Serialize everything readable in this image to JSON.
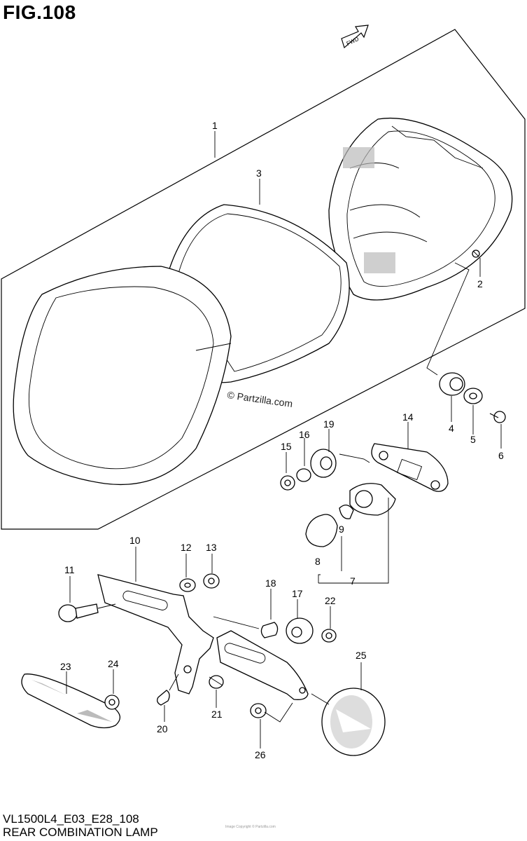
{
  "figure": {
    "title": "FIG.108",
    "code": "VL1500L4_E03_E28_108",
    "caption": "REAR COMBINATION LAMP",
    "watermark": "© Partzilla.com",
    "direction_label": "FWD",
    "bottom_watermark": "Image Copyright © Partzilla.com"
  },
  "callouts": [
    "1",
    "2",
    "3",
    "4",
    "5",
    "6",
    "7",
    "8",
    "9",
    "10",
    "11",
    "12",
    "13",
    "14",
    "15",
    "16",
    "17",
    "18",
    "19",
    "20",
    "21",
    "22",
    "23",
    "24",
    "25",
    "26"
  ]
}
